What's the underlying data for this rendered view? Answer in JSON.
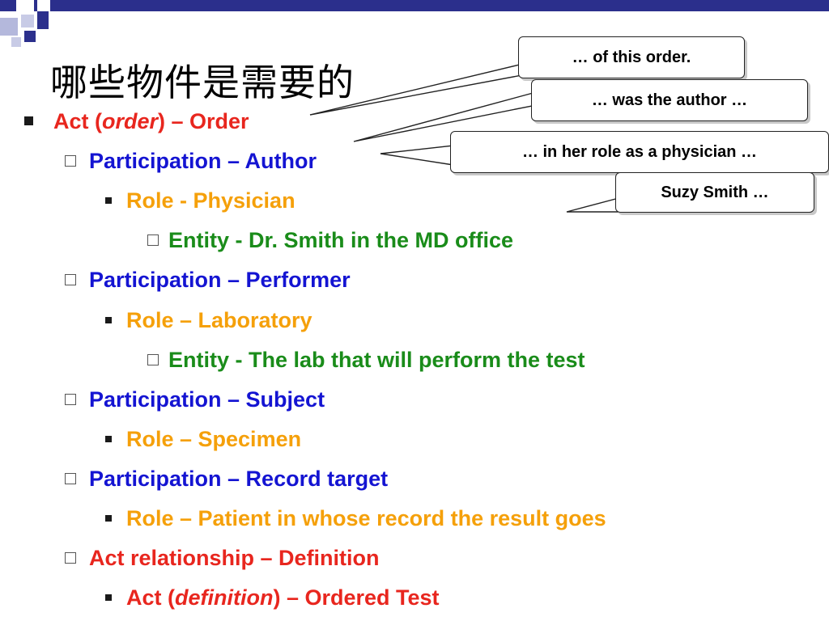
{
  "slide": {
    "title": "哪些物件是需要的",
    "outline": [
      {
        "level": 0,
        "parts": [
          {
            "text": "Act ("
          },
          {
            "text": "order",
            "italic": true
          },
          {
            "text": ") – Order"
          }
        ],
        "color": "red"
      },
      {
        "level": 1,
        "parts": [
          {
            "text": "Participation – Author"
          }
        ],
        "color": "blue"
      },
      {
        "level": 2,
        "parts": [
          {
            "text": "Role - Physician"
          }
        ],
        "color": "orange"
      },
      {
        "level": 3,
        "parts": [
          {
            "text": "Entity - Dr. Smith in the MD office"
          }
        ],
        "color": "green"
      },
      {
        "level": 1,
        "parts": [
          {
            "text": "Participation – Performer"
          }
        ],
        "color": "blue"
      },
      {
        "level": 2,
        "parts": [
          {
            "text": "Role – Laboratory"
          }
        ],
        "color": "orange"
      },
      {
        "level": 3,
        "parts": [
          {
            "text": "Entity - The lab that will perform the test"
          }
        ],
        "color": "green"
      },
      {
        "level": 1,
        "parts": [
          {
            "text": "Participation – Subject"
          }
        ],
        "color": "blue"
      },
      {
        "level": 2,
        "parts": [
          {
            "text": "Role – Specimen"
          }
        ],
        "color": "orange"
      },
      {
        "level": 1,
        "parts": [
          {
            "text": "Participation – Record target"
          }
        ],
        "color": "blue"
      },
      {
        "level": 2,
        "parts": [
          {
            "text": "Role – Patient in whose record the result goes"
          }
        ],
        "color": "orange"
      },
      {
        "level": 1,
        "parts": [
          {
            "text": "Act relationship – Definition"
          }
        ],
        "color": "red"
      },
      {
        "level": 2,
        "parts": [
          {
            "text": "Act ("
          },
          {
            "text": "definition",
            "italic": true
          },
          {
            "text": ") – Ordered Test"
          }
        ],
        "color": "red"
      }
    ],
    "callouts": [
      {
        "id": "order",
        "text": "… of this order."
      },
      {
        "id": "author",
        "text": "… was the author …"
      },
      {
        "id": "role",
        "text": "… in her role as a physician …"
      },
      {
        "id": "entity",
        "text": "Suzy Smith …"
      }
    ]
  },
  "colors": {
    "red": "#e8261e",
    "blue": "#1414d2",
    "orange": "#f5a00a",
    "green": "#1a8c1a",
    "deco_dark": "#2b2f8c",
    "deco_light": "#b4b8dc"
  }
}
